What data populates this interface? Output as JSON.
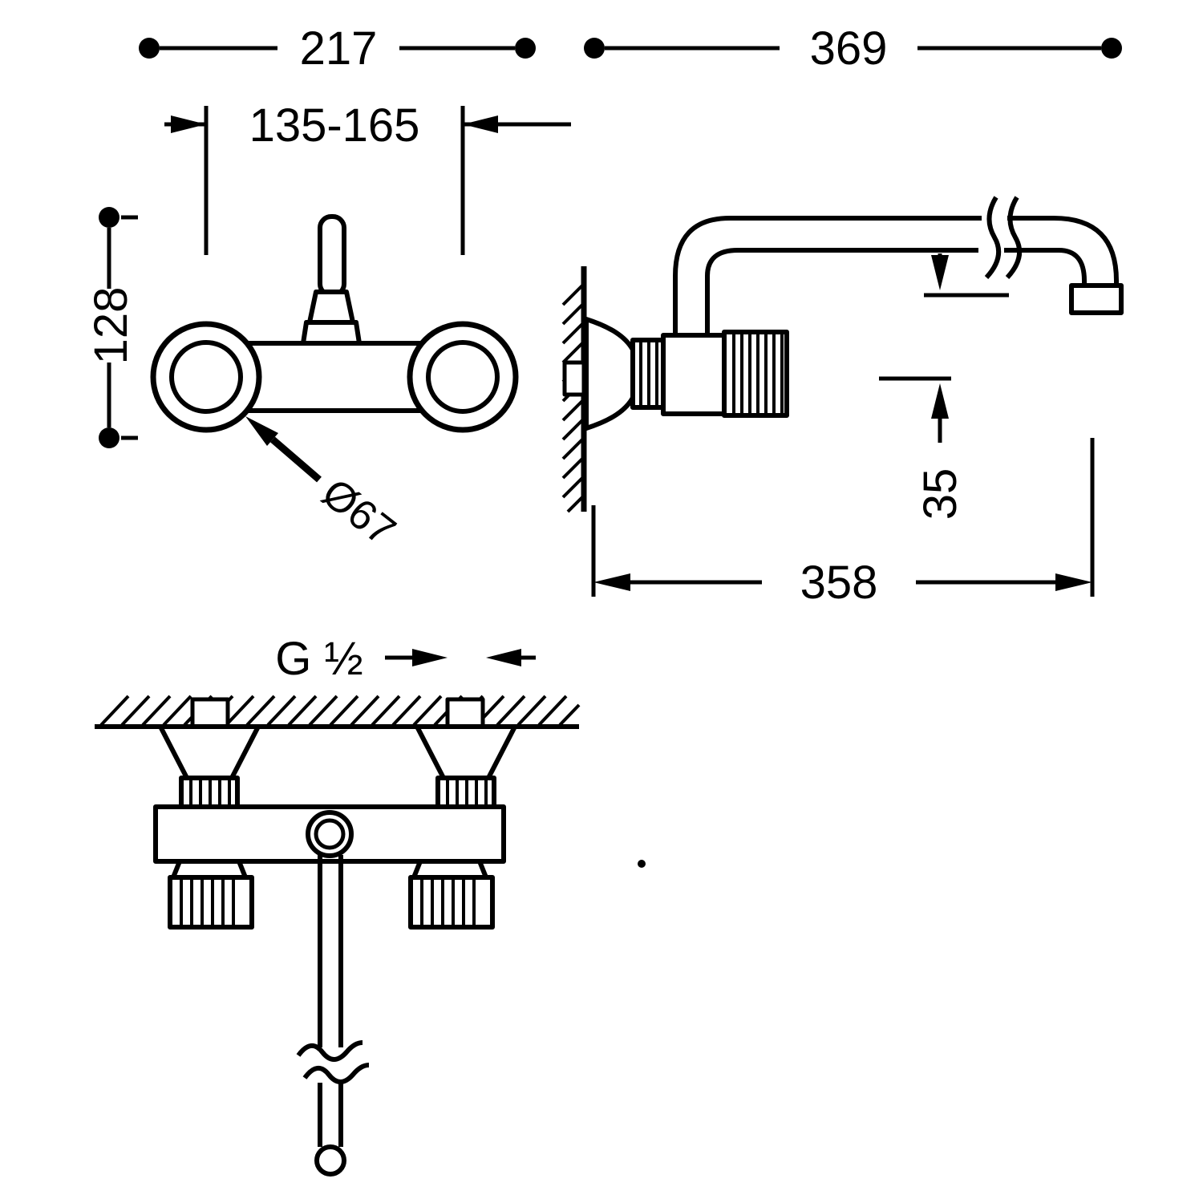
{
  "drawing": {
    "colors": {
      "line": "#000000",
      "background": "#ffffff"
    },
    "labels": {
      "front_overall_width": "217",
      "side_overall_depth": "369",
      "inlet_centers": "135-165",
      "front_height": "128",
      "escutcheon_diameter": "Ø67",
      "spout_drop": "35",
      "spout_reach": "358",
      "thread_size": "G ½"
    }
  }
}
